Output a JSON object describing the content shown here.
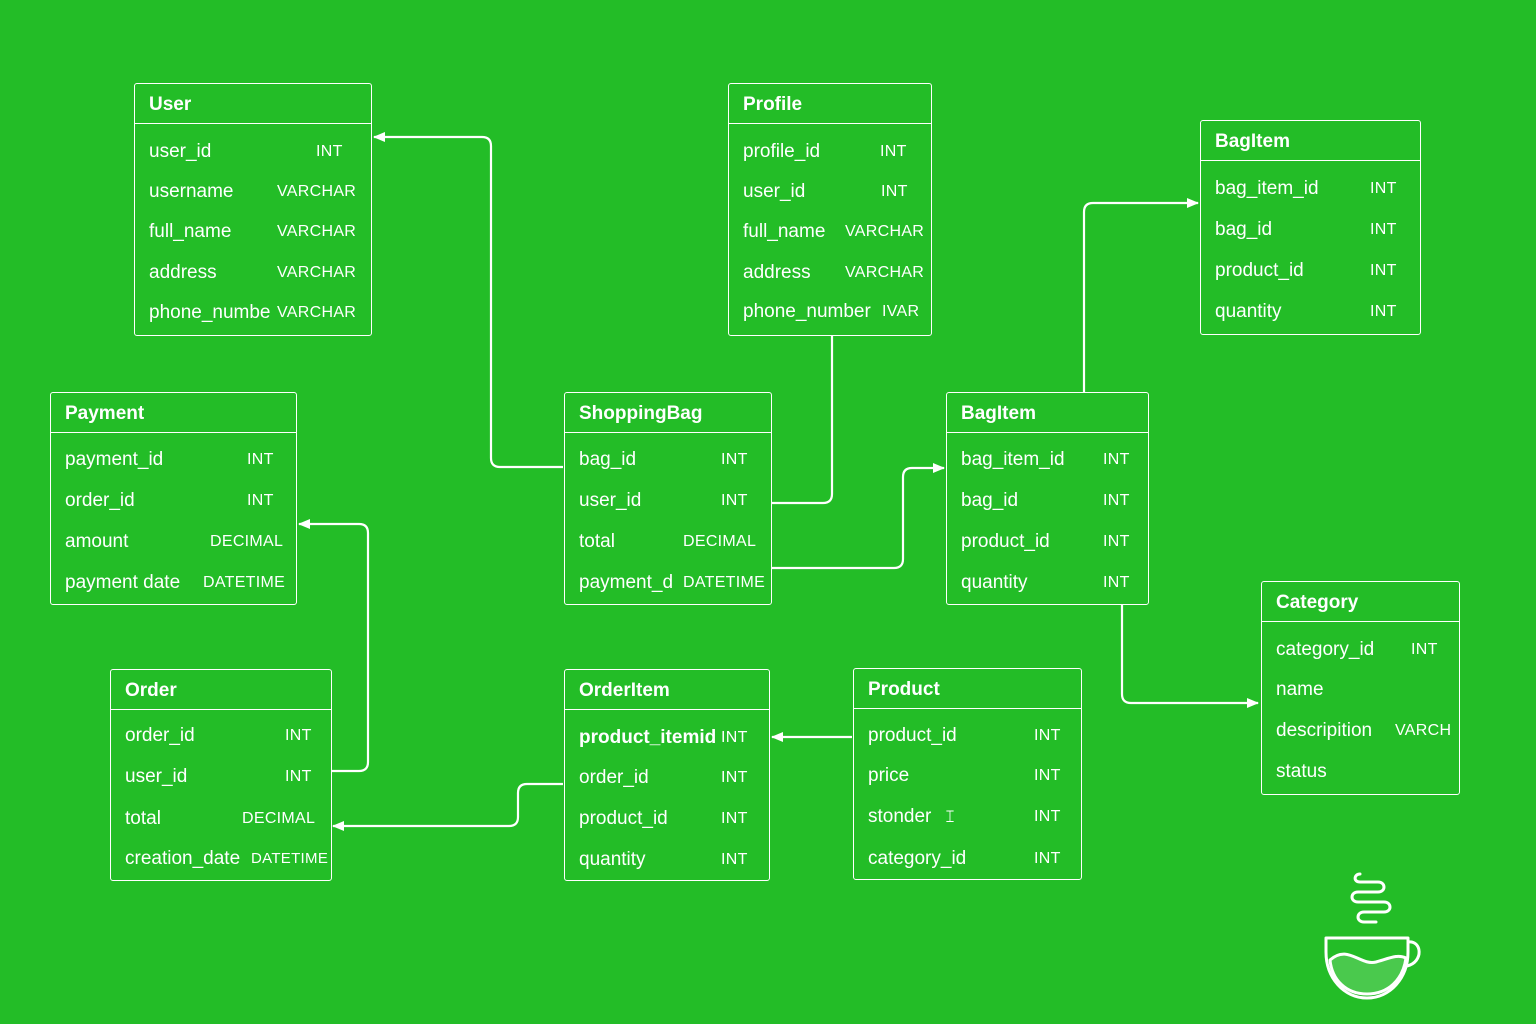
{
  "colors": {
    "background": "#23bd27",
    "foreground": "#ffffff"
  },
  "logo": {
    "icon": "coffee-cup-icon"
  },
  "entities": {
    "user": {
      "title": "User",
      "fields": [
        {
          "name": "user_id",
          "type": "INT"
        },
        {
          "name": "username",
          "type": "VARCHAR"
        },
        {
          "name": "full_name",
          "type": "VARCHAR"
        },
        {
          "name": "address",
          "type": "VARCHAR"
        },
        {
          "name": "phone_numbe",
          "type": "VARCHAR"
        }
      ]
    },
    "profile": {
      "title": "Profile",
      "fields": [
        {
          "name": "profile_id",
          "type": "INT"
        },
        {
          "name": "user_id",
          "type": "INT"
        },
        {
          "name": "full_name",
          "type": "VARCHAR"
        },
        {
          "name": "address",
          "type": "VARCHAR"
        },
        {
          "name": "phone_number",
          "type": "IVAR"
        }
      ]
    },
    "bagitem_top": {
      "title": "BagItem",
      "fields": [
        {
          "name": "bag_item_id",
          "type": "INT"
        },
        {
          "name": "bag_id",
          "type": "INT"
        },
        {
          "name": "product_id",
          "type": "INT"
        },
        {
          "name": "quantity",
          "type": "INT"
        }
      ]
    },
    "payment": {
      "title": "Payment",
      "fields": [
        {
          "name": "payment_id",
          "type": "INT"
        },
        {
          "name": "order_id",
          "type": "INT"
        },
        {
          "name": "amount",
          "type": "DECIMAL"
        },
        {
          "name": "payment date",
          "type": "DATETIME"
        }
      ]
    },
    "shoppingbag": {
      "title": "ShoppingBag",
      "fields": [
        {
          "name": "bag_id",
          "type": "INT"
        },
        {
          "name": "user_id",
          "type": "INT"
        },
        {
          "name": "total",
          "type": "DECIMAL"
        },
        {
          "name": "payment_d",
          "type": "DATETIME"
        }
      ]
    },
    "bagitem_mid": {
      "title": "BagItem",
      "fields": [
        {
          "name": "bag_item_id",
          "type": "INT"
        },
        {
          "name": "bag_id",
          "type": "INT"
        },
        {
          "name": "product_id",
          "type": "INT"
        },
        {
          "name": "quantity",
          "type": "INT"
        }
      ]
    },
    "category": {
      "title": "Category",
      "fields": [
        {
          "name": "category_id",
          "type": "INT"
        },
        {
          "name": "name",
          "type": ""
        },
        {
          "name": "descripition",
          "type": "VARCH"
        },
        {
          "name": "status",
          "type": ""
        }
      ]
    },
    "order": {
      "title": "Order",
      "fields": [
        {
          "name": "order_id",
          "type": "INT"
        },
        {
          "name": "user_id",
          "type": "INT"
        },
        {
          "name": "total",
          "type": "DECIMAL"
        },
        {
          "name": "creation_date",
          "type": "DATETIME"
        }
      ]
    },
    "orderitem": {
      "title": "OrderItem",
      "fields": [
        {
          "name": "product_itemid",
          "type": "INT"
        },
        {
          "name": "order_id",
          "type": "INT"
        },
        {
          "name": "product_id",
          "type": "INT"
        },
        {
          "name": "quantity",
          "type": "INT"
        }
      ]
    },
    "product": {
      "title": "Product",
      "fields": [
        {
          "name": "product_id",
          "type": "INT"
        },
        {
          "name": "price",
          "type": "INT"
        },
        {
          "name": "stonder",
          "type": "INT"
        },
        {
          "name": "category_id",
          "type": "INT"
        }
      ]
    }
  }
}
